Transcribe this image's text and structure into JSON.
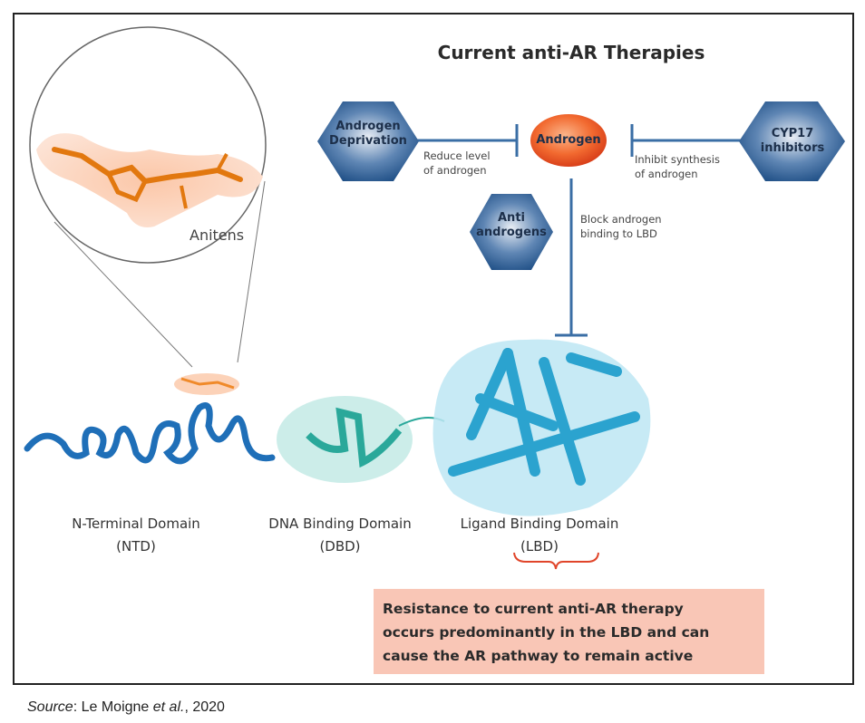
{
  "title": "Current anti-AR Therapies",
  "nodes": {
    "androgen_deprivation": "Androgen Deprivation",
    "androgen_deprivation_lines": [
      "Androgen",
      "Deprivation"
    ],
    "androgen": "Androgen",
    "cyp17_lines": [
      "CYP17",
      "inhibitors"
    ],
    "anti_androgens_lines": [
      "Anti",
      "androgens"
    ]
  },
  "annotations": {
    "reduce": [
      "Reduce level",
      "of androgen"
    ],
    "inhibit": [
      "Inhibit synthesis",
      "of androgen"
    ],
    "block": [
      "Block androgen",
      "binding to LBD"
    ]
  },
  "molecule_label": "Anitens",
  "domains": [
    {
      "name": "N-Terminal Domain",
      "abbr": "(NTD)"
    },
    {
      "name": "DNA Binding Domain",
      "abbr": "(DBD)"
    },
    {
      "name": "Ligand Binding Domain",
      "abbr": "(LBD)"
    }
  ],
  "resistance_note": [
    "Resistance to current anti-AR therapy",
    "occurs predominantly in the LBD and can",
    "cause the AR pathway  to remain active"
  ],
  "source": {
    "prefix": "Source",
    "text": ": Le Moigne ",
    "etal": "et al.",
    "year": ", 2020"
  },
  "colors": {
    "hex": "#2a5d93",
    "androgen": "#f05a28",
    "ntd": "#1f6fb8",
    "dbd": "#2aa89a",
    "lbd": "#2ba3cf",
    "brace": "#e0452a",
    "note_bg": "#f9c6b6"
  }
}
